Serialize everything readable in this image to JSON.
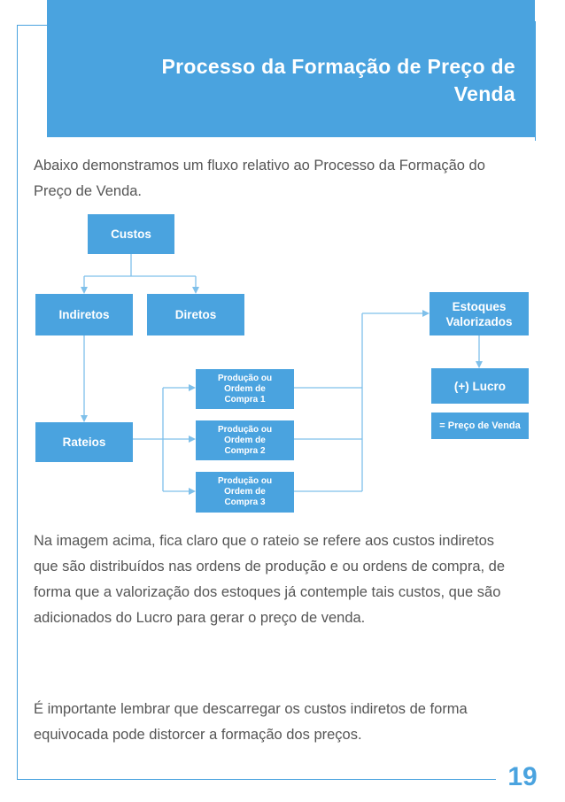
{
  "header": {
    "title_line1": "Processo da Formação de Preço de",
    "title_line2": "Venda"
  },
  "intro": "Abaixo demonstramos um fluxo relativo ao Processo da Formação do Preço de Venda.",
  "flow": {
    "custos": "Custos",
    "indiretos": "Indiretos",
    "diretos": "Diretos",
    "rateios": "Rateios",
    "ordem1": "Produção ou Ordem de Compra 1",
    "ordem2": "Produção ou Ordem de Compra 2",
    "ordem3": "Produção ou Ordem de Compra 3",
    "estoques": "Estoques Valorizados",
    "lucro": "(+) Lucro",
    "preco_venda": "= Preço de Venda"
  },
  "body": {
    "paragraph1": "Na imagem acima, fica claro que o rateio se refere aos custos indiretos que são distribuídos nas ordens de produção e ou ordens de compra, de forma que a valorização dos estoques já contemple tais custos, que são adicionados do Lucro para gerar o preço de venda.",
    "paragraph2": "É importante lembrar que descarregar os custos indiretos de forma equivocada pode distorcer a formação dos preços."
  },
  "page_number": "19",
  "colors": {
    "accent": "#4aa3df",
    "text": "#555555",
    "connector": "#7fc0ea"
  }
}
